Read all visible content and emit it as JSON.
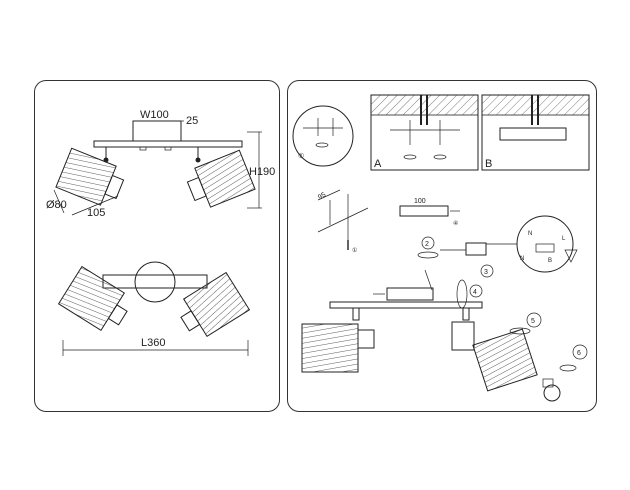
{
  "left_panel": {
    "dim_width_base": "W100",
    "dim_base_depth": "25",
    "dim_height": "H190",
    "dim_diameter": "Ø80",
    "dim_shade_length": "105",
    "dim_length": "L360"
  },
  "right_panel": {
    "step1_marker": "①",
    "box_a_label": "A",
    "box_b_label": "B",
    "dim_95": "95",
    "dim_100": "100",
    "marker_1_small": "①",
    "marker_4_small": "④",
    "step_2": "2",
    "step_3": "3",
    "step_4": "4",
    "step_5": "5",
    "step_6": "6",
    "wire_n": "N",
    "wire_l": "L",
    "wire_n2": "N",
    "wire_b": "B"
  }
}
